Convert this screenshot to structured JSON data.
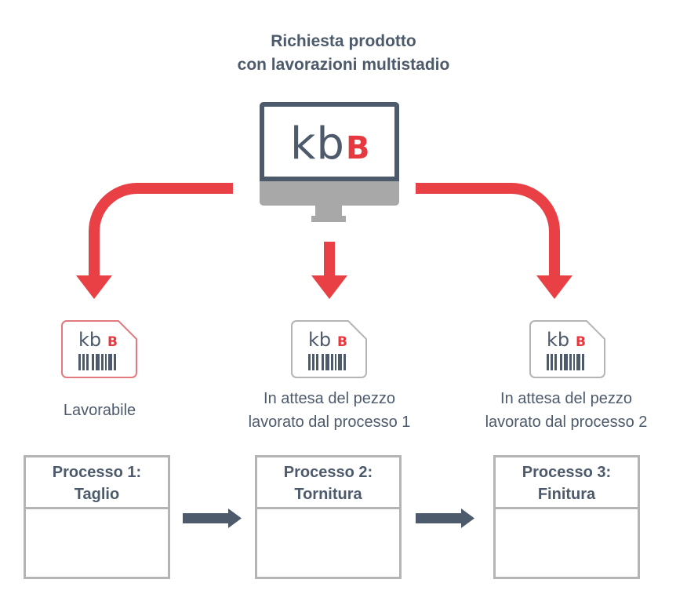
{
  "title": {
    "line1": "Richiesta prodotto",
    "line2": "con lavorazioni multistadio"
  },
  "monitor": {
    "logo_k": "kb",
    "logo_b": "B"
  },
  "colors": {
    "primary": "#4d5a6b",
    "accent": "#e8383f",
    "arrow_red": "#e94045",
    "gray": "#b4b4b4",
    "monitor_gray": "#a8a8a8",
    "card_active_border": "#e07a7e",
    "card_border": "#b4b4b4"
  },
  "cards": [
    {
      "logo_k": "kb",
      "logo_b": "B",
      "status_line1": "Lavorabile",
      "status_line2": "",
      "active": true
    },
    {
      "logo_k": "kb",
      "logo_b": "B",
      "status_line1": "In attesa del pezzo",
      "status_line2": "lavorato dal processo 1",
      "active": false
    },
    {
      "logo_k": "kb",
      "logo_b": "B",
      "status_line1": "In attesa del pezzo",
      "status_line2": "lavorato dal processo 2",
      "active": false
    }
  ],
  "processes": [
    {
      "line1": "Processo 1:",
      "line2": "Taglio"
    },
    {
      "line1": "Processo 2:",
      "line2": "Tornitura"
    },
    {
      "line1": "Processo 3:",
      "line2": "Finitura"
    }
  ]
}
